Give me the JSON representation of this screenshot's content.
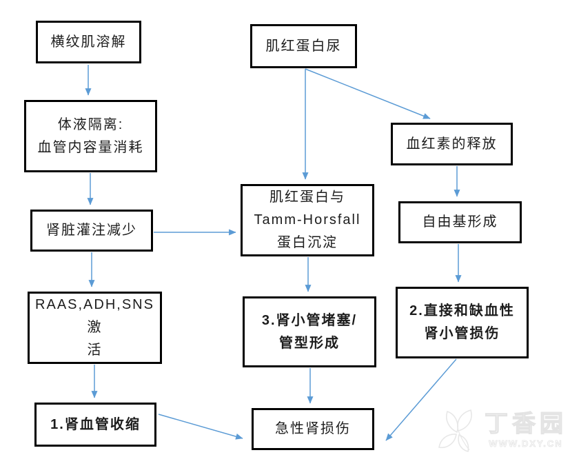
{
  "diagram": {
    "nodes": {
      "rhabdomyolysis": {
        "label": "横纹肌溶解"
      },
      "myoglobinuria": {
        "label": "肌红蛋白尿"
      },
      "fluid_sequestration": {
        "label": "体液隔离:\n血管内容量消耗"
      },
      "renal_perfusion": {
        "label": "肾脏灌注减少"
      },
      "raas_activation": {
        "label": "RAAS,ADH,SNS激\n活"
      },
      "vasoconstriction": {
        "label": "1.肾血管收缩"
      },
      "tamm_horsfall": {
        "label": "肌红蛋白与\nTamm-Horsfall\n蛋白沉淀"
      },
      "tubular_obstruction": {
        "label": "3.肾小管堵塞/\n管型形成"
      },
      "acute_kidney_injury": {
        "label": "急性肾损伤"
      },
      "heme_release": {
        "label": "血红素的释放"
      },
      "free_radicals": {
        "label": "自由基形成"
      },
      "tubular_injury": {
        "label": "2.直接和缺血性\n肾小管损伤"
      }
    },
    "colors": {
      "arrow": "#5B9BD5",
      "box_border": "#000000",
      "text": "#1c1c1c",
      "watermark": "#e3e3e3"
    },
    "watermark": {
      "brand": "丁香园",
      "site": "WWW.DXY.CN"
    }
  }
}
